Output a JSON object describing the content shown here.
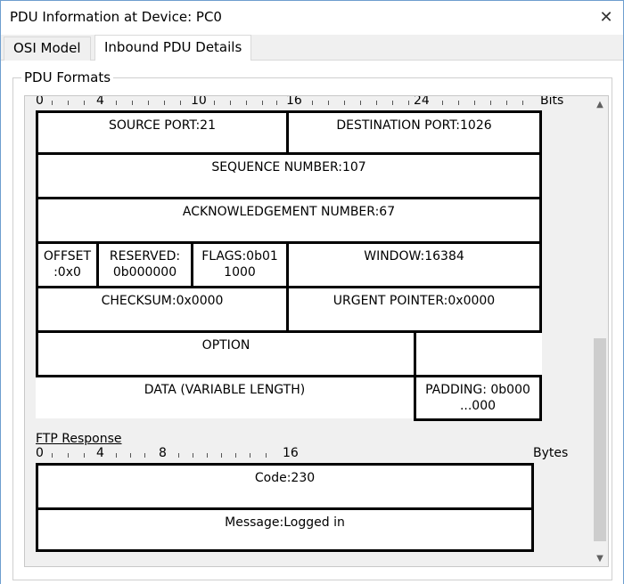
{
  "window": {
    "title": "PDU Information at Device: PC0"
  },
  "tabs": [
    {
      "label": "OSI Model",
      "active": false
    },
    {
      "label": "Inbound PDU Details",
      "active": true
    }
  ],
  "group": {
    "legend": "PDU Formats"
  },
  "tcp": {
    "ruler_labels": [
      "0",
      "4",
      "10",
      "16",
      "24"
    ],
    "ruler_unit": "Bits",
    "source_port": "SOURCE PORT:21",
    "destination_port": "DESTINATION PORT:1026",
    "sequence_number": "SEQUENCE NUMBER:107",
    "ack_number": "ACKNOWLEDGEMENT NUMBER:67",
    "offset_1": "OFFSET",
    "offset_2": ":0x0",
    "reserved_1": "RESERVED:",
    "reserved_2": "0b000000",
    "flags_1": "FLAGS:0b01",
    "flags_2": "1000",
    "window": "WINDOW:16384",
    "checksum": "CHECKSUM:0x0000",
    "urgent_pointer": "URGENT POINTER:0x0000",
    "option": "OPTION",
    "data": "DATA (VARIABLE LENGTH)",
    "padding_1": "PADDING: 0b000",
    "padding_2": "...000"
  },
  "ftp": {
    "title": "FTP Response",
    "ruler_labels": [
      "0",
      "4",
      "8",
      "16"
    ],
    "ruler_unit": "Bytes",
    "code": "Code:230",
    "message": "Message:Logged in"
  },
  "icons": {
    "close": "close-icon",
    "scroll_up": "chevron-up-icon",
    "scroll_down": "chevron-down-icon"
  }
}
